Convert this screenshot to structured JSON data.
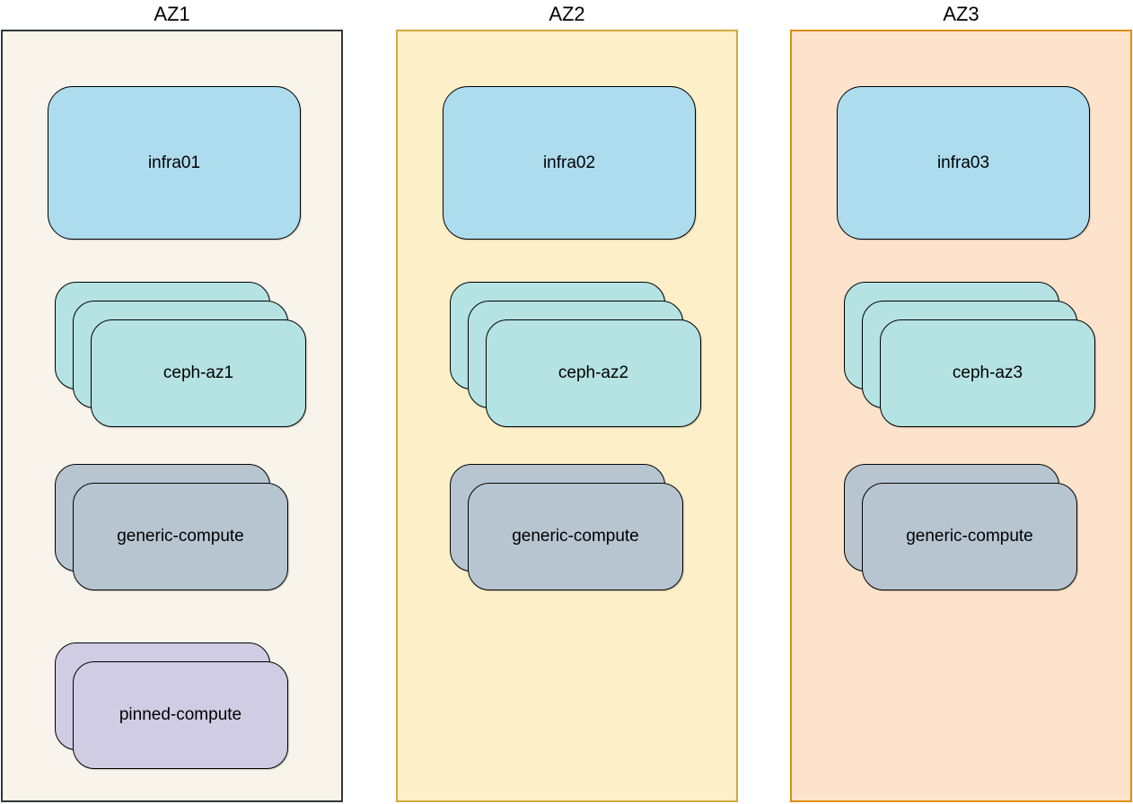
{
  "diagram": {
    "zones": [
      {
        "title": "AZ1",
        "background": "#f8f4eb",
        "border_color": "#31373d",
        "nodes": [
          {
            "label": "infra01",
            "type": "infra",
            "stack_count": 1
          },
          {
            "label": "ceph-az1",
            "type": "ceph",
            "stack_count": 3
          },
          {
            "label": "generic-compute",
            "type": "generic",
            "stack_count": 2
          },
          {
            "label": "pinned-compute",
            "type": "pinned",
            "stack_count": 2
          }
        ]
      },
      {
        "title": "AZ2",
        "background": "#fdf0c9",
        "border_color": "#d2a942",
        "nodes": [
          {
            "label": "infra02",
            "type": "infra",
            "stack_count": 1
          },
          {
            "label": "ceph-az2",
            "type": "ceph",
            "stack_count": 3
          },
          {
            "label": "generic-compute",
            "type": "generic",
            "stack_count": 2
          }
        ]
      },
      {
        "title": "AZ3",
        "background": "#fde3cb",
        "border_color": "#dd8f0e",
        "nodes": [
          {
            "label": "infra03",
            "type": "infra",
            "stack_count": 1
          },
          {
            "label": "ceph-az3",
            "type": "ceph",
            "stack_count": 3
          },
          {
            "label": "generic-compute",
            "type": "generic",
            "stack_count": 2
          }
        ]
      }
    ],
    "node_styles": {
      "infra": {
        "fill": "#aedcef",
        "border": "#2279a5"
      },
      "ceph": {
        "fill": "#b5e2e2",
        "border": "#128d94"
      },
      "generic": {
        "fill": "#b7c5d1",
        "border": "#2a3f55"
      },
      "pinned": {
        "fill": "#cfcce3",
        "border": "#564f82"
      }
    }
  }
}
